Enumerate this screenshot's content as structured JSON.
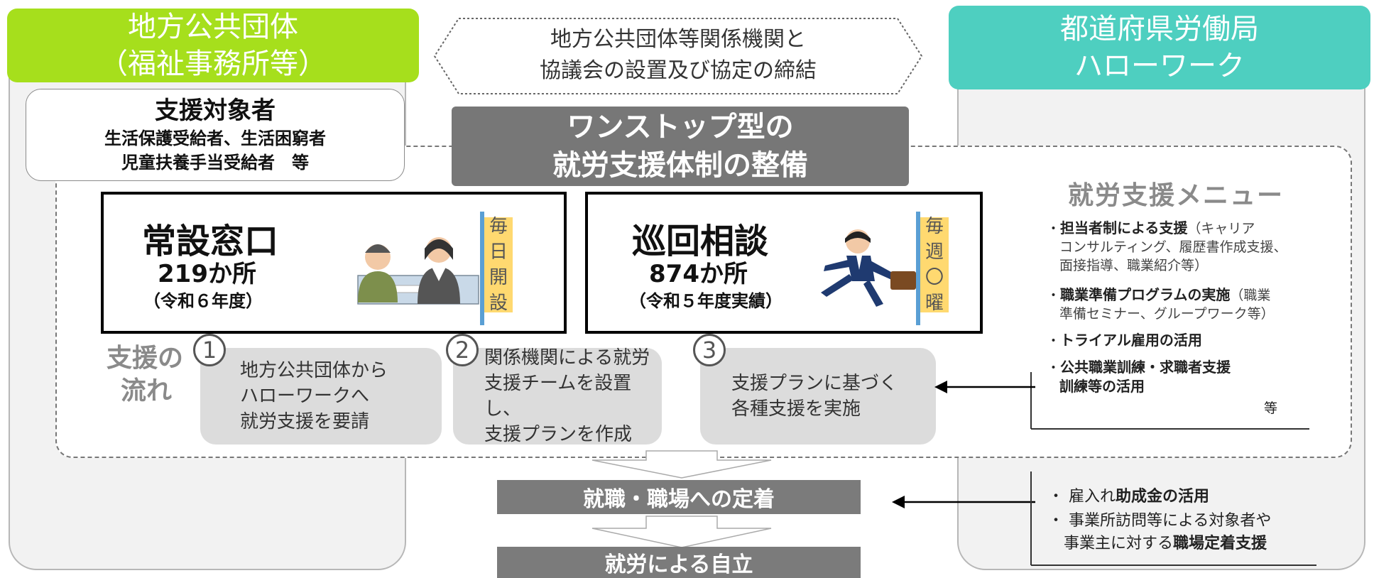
{
  "left_header": {
    "line1": "地方公共団体",
    "line2": "（福祉事務所等）"
  },
  "right_header": {
    "line1": "都道府県労働局",
    "line2": "ハローワーク"
  },
  "agreement": {
    "line1": "地方公共団体等関係機関と",
    "line2": "協議会の設置及び協定の締結"
  },
  "target": {
    "title": "支援対象者",
    "line1": "生活保護受給者、生活困窮者",
    "line2": "児童扶養手当受給者　等"
  },
  "onestop": {
    "line1": "ワンストップ型の",
    "line2": "就労支援体制の整備"
  },
  "permanent": {
    "title": "常設窓口",
    "count": "219か所",
    "note": "（令和６年度）",
    "flag": [
      "毎",
      "日",
      "開",
      "設"
    ]
  },
  "patrol": {
    "title": "巡回相談",
    "count": "874か所",
    "note": "（令和５年度実績）",
    "flag": [
      "毎",
      "週",
      "〇",
      "曜"
    ]
  },
  "flow": {
    "label_line1": "支援の",
    "label_line2": "流れ",
    "steps": [
      {
        "num": "1",
        "lines": [
          "地方公共団体から",
          "ハローワークへ",
          "就労支援を要請"
        ]
      },
      {
        "num": "2",
        "lines": [
          "関係機関による就労",
          "支援チームを設置し、",
          "支援プランを作成"
        ]
      },
      {
        "num": "3",
        "lines": [
          "支援プランに基づく",
          "各種支援を実施"
        ]
      }
    ]
  },
  "menu": {
    "title": "就労支援メニュー",
    "items": [
      {
        "bold": "担当者制による支援",
        "rest": "（キャリア",
        "cont": [
          "コンサルティング、履歴書作成支援、",
          "面接指導、職業紹介等）"
        ]
      },
      {
        "bold": "職業準備プログラムの実施",
        "rest": "（職業",
        "cont": [
          "準備セミナー、グループワーク等）"
        ]
      },
      {
        "bold": "トライアル雇用の活用",
        "rest": "",
        "cont": []
      },
      {
        "bold": "公共職業訓練・求職者支援",
        "rest": "",
        "cont_bold": "訓練等の活用"
      }
    ],
    "etc": "等"
  },
  "results": {
    "employment": "就職・職場への定着",
    "independence": "就労による自立"
  },
  "support2": {
    "item1_prefix": "・ 雇入れ",
    "item1_bold": "助成金の活用",
    "item2_line1": "・ 事業所訪問等による対象者や",
    "item2_line2_prefix": "事業主に対する",
    "item2_line2_bold": "職場定着支援"
  },
  "colors": {
    "left_header": "#a6df1c",
    "right_header": "#4ecfc0",
    "onestop": "#777777",
    "flag": "#ffd970",
    "flow_step": "#dcdcdc",
    "result_bar": "#7b7b7b"
  }
}
